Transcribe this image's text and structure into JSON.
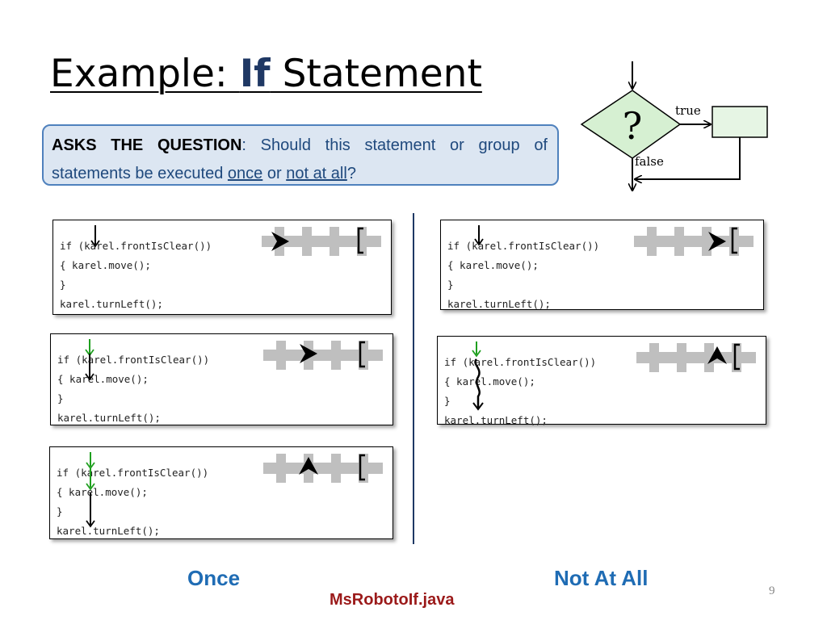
{
  "slide": {
    "title_prefix": "Example: ",
    "title_keyword": "If",
    "title_suffix": " Statement",
    "question_lead": "ASKS THE QUESTION",
    "question_colon": ":",
    "question_text_1": " Should this statement or group of statements be executed ",
    "question_once": "once",
    "question_or": " or ",
    "question_not_at_all": "not at all",
    "question_end": "?",
    "page_number": "9"
  },
  "flowchart": {
    "decision_symbol": "?",
    "true_label": "true",
    "false_label": "false",
    "decision_fill": "#d6f0d2",
    "box_fill": "#e6f5e4"
  },
  "code": {
    "line1": "if (karel.frontIsClear())",
    "line2": "{ karel.move();",
    "line3": "}",
    "line4": "karel.turnLeft();"
  },
  "examples": {
    "once_label": "Once",
    "not_at_all_label": "Not At All",
    "file_name": "MsRobotoIf.java"
  },
  "colors": {
    "track": "#bfbfbf",
    "green_arrow": "#1f9f1f",
    "title_keyword": "#1f3864",
    "label_blue": "#1f6cb4",
    "file_red": "#9b1a1a",
    "box_fill": "#dce6f2",
    "box_border": "#4f81bd"
  }
}
